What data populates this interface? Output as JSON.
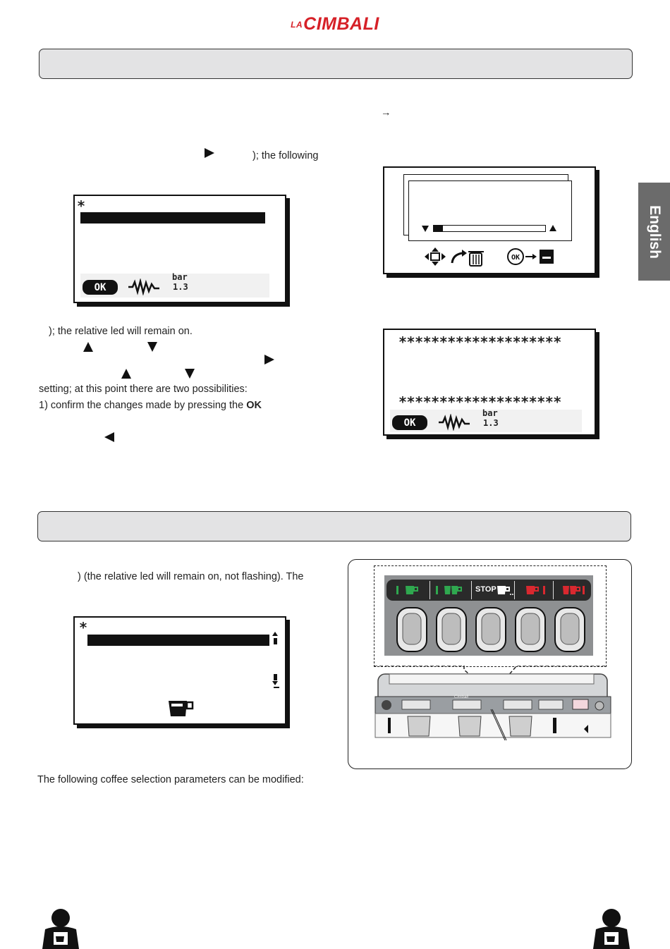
{
  "brand": {
    "prefix": "LA",
    "name": "CIMBALI"
  },
  "side_tab": {
    "label": "English"
  },
  "text": {
    "arrow_right_symbol": "→",
    "the_following": "); the following",
    "led_remain_on": "); the relative led will remain on.",
    "setting_possibilities": "setting; at this point there are two possibilities:",
    "confirm_changes": "1) confirm the changes made by pressing the",
    "ok_label": "OK",
    "led_not_flashing": ") (the relative led will remain on, not flashing). The",
    "coffee_params": "The following coffee selection parameters can be modified:"
  },
  "lcd1": {
    "asterisk": "*",
    "ok": "OK",
    "bar_unit": "bar",
    "bar_value": "1.3"
  },
  "lcd3": {
    "stars": "********************",
    "ok": "OK",
    "bar_unit": "bar",
    "bar_value": "1.3"
  },
  "lcd4": {
    "asterisk": "*"
  },
  "keypad": {
    "stop_label": "STOP"
  },
  "machine": {
    "brand_label": "Cimbali"
  },
  "colors": {
    "brand_red": "#d62027",
    "section_bar": "#e3e3e4",
    "side_tab": "#6b6b6b",
    "led_green": "#2fa84f",
    "led_red": "#d9282f"
  }
}
